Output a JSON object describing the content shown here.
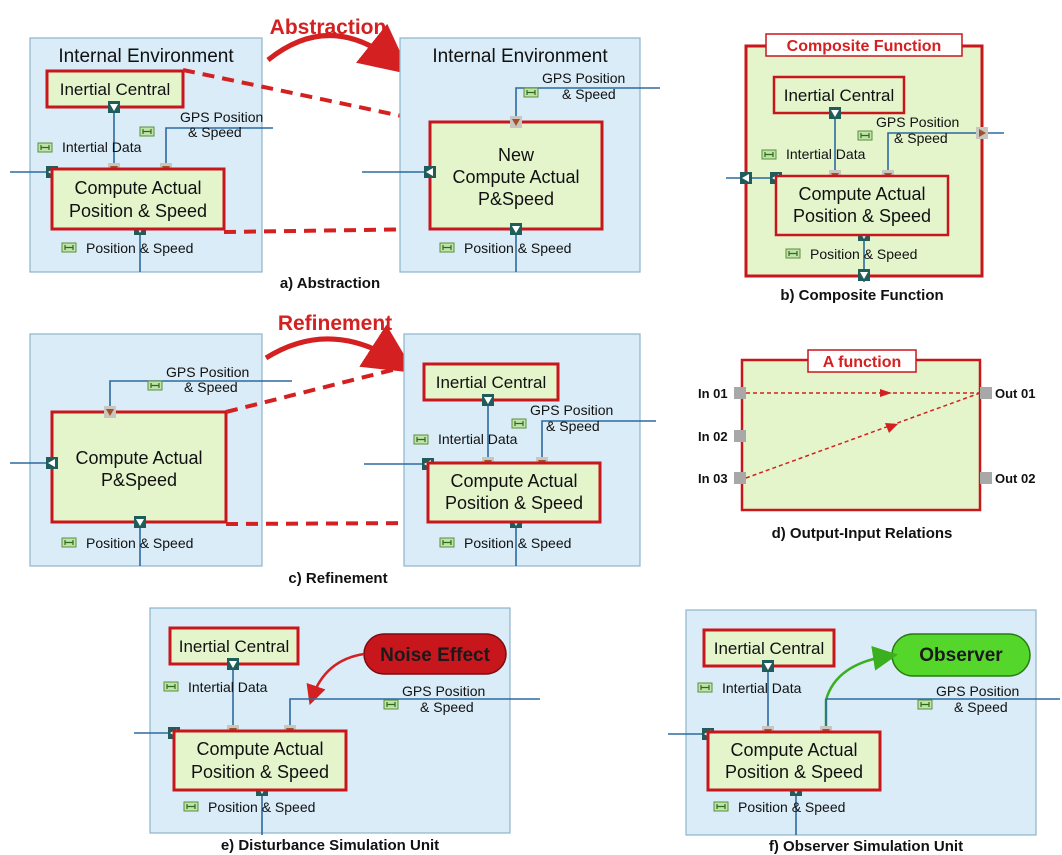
{
  "panels": {
    "abstraction": {
      "heading": "Abstraction",
      "left_env": "Internal Environment",
      "right_env": "Internal Environment",
      "inertial": "Inertial Central",
      "gps_line1": "GPS Position",
      "gps_line2": "& Speed",
      "intertial_data": "Intertial Data",
      "compute_line1": "Compute Actual",
      "compute_line2": "Position & Speed",
      "new_line1": "New",
      "new_line2": "Compute Actual",
      "new_line3": "P&Speed",
      "pos_speed": "Position & Speed",
      "caption": "a) Abstraction"
    },
    "composite": {
      "title": "Composite Function",
      "inertial": "Inertial Central",
      "gps_line1": "GPS Position",
      "gps_line2": "& Speed",
      "intertial_data": "Intertial Data",
      "compute_line1": "Compute Actual",
      "compute_line2": "Position & Speed",
      "pos_speed": "Position & Speed",
      "caption": "b) Composite Function"
    },
    "refinement": {
      "heading": "Refinement",
      "gps_line1": "GPS Position",
      "gps_line2": "& Speed",
      "compute_pspeed_line1": "Compute Actual",
      "compute_pspeed_line2": "P&Speed",
      "pos_speed": "Position & Speed",
      "inertial": "Inertial Central",
      "intertial_data": "Intertial Data",
      "compute_line1": "Compute Actual",
      "compute_line2": "Position & Speed",
      "caption": "c) Refinement"
    },
    "relations": {
      "title": "A function",
      "in01": "In 01",
      "in02": "In 02",
      "in03": "In 03",
      "out01": "Out 01",
      "out02": "Out 02",
      "caption": "d) Output-Input Relations"
    },
    "disturbance": {
      "inertial": "Inertial Central",
      "noise": "Noise Effect",
      "intertial_data": "Intertial Data",
      "gps_line1": "GPS Position",
      "gps_line2": "& Speed",
      "compute_line1": "Compute Actual",
      "compute_line2": "Position & Speed",
      "pos_speed": "Position & Speed",
      "caption": "e) Disturbance Simulation Unit"
    },
    "observer": {
      "inertial": "Inertial Central",
      "observer": "Observer",
      "intertial_data": "Intertial Data",
      "gps_line1": "GPS Position",
      "gps_line2": "& Speed",
      "compute_line1": "Compute Actual",
      "compute_line2": "Position & Speed",
      "pos_speed": "Position & Speed",
      "caption": "f) Observer Simulation Unit"
    }
  },
  "colors": {
    "function_border": "#c8161d",
    "function_fill": "#e4f5cc",
    "environment_fill": "#d9ecf8",
    "wire": "#2d6a9f",
    "noise_fill": "#c8161d",
    "observer_fill": "#55d62a"
  }
}
